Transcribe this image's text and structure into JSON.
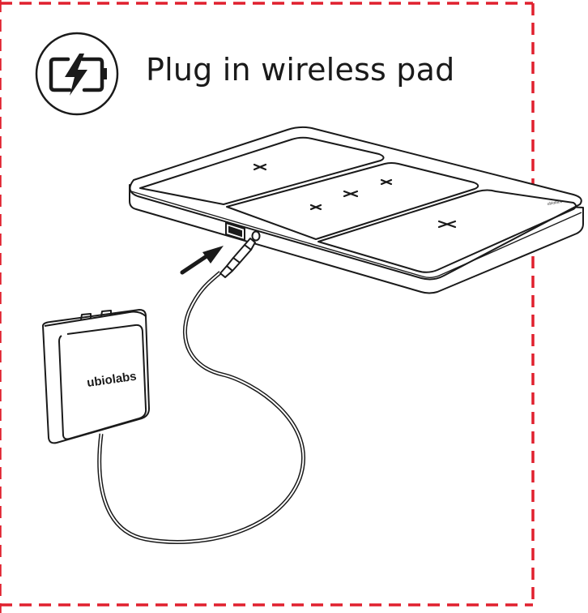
{
  "header": {
    "icon": "battery-charging-icon",
    "title": "Plug in wireless pad"
  },
  "adapter": {
    "brand": "ubiolabs"
  },
  "pad": {
    "edge_label": "ubiolabs"
  },
  "colors": {
    "border_dash": "#e0202e",
    "line": "#1a1a1a",
    "background": "#ffffff"
  }
}
